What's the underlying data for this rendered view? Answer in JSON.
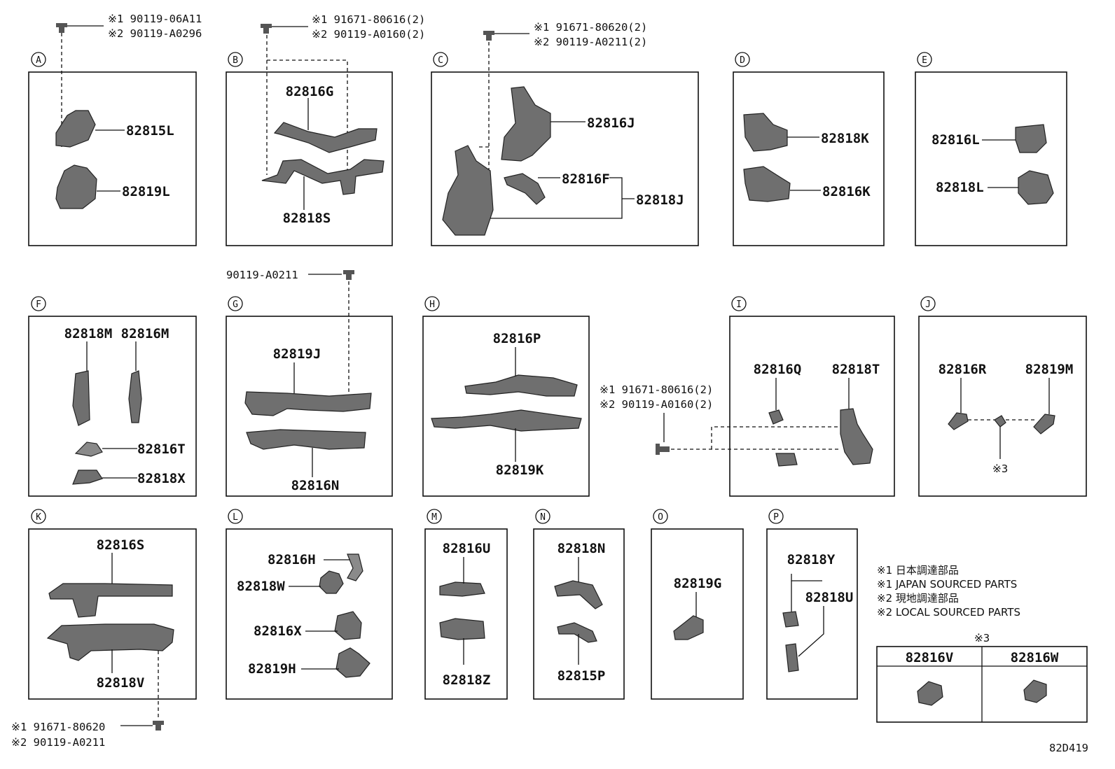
{
  "sections": {
    "A": {
      "letter": "A",
      "parts": [
        "82815L",
        "82819L"
      ],
      "bolt": [
        "※1 90119-06A11",
        "※2 90119-A0296"
      ]
    },
    "B": {
      "letter": "B",
      "parts": [
        "82816G",
        "82818S"
      ],
      "bolt": [
        "※1 91671-80616(2)",
        "※2 90119-A0160(2)"
      ]
    },
    "C": {
      "letter": "C",
      "parts": [
        "82816J",
        "82816F",
        "82818J"
      ],
      "bolt": [
        "※1 91671-80620(2)",
        "※2 90119-A0211(2)"
      ]
    },
    "D": {
      "letter": "D",
      "parts": [
        "82818K",
        "82816K"
      ]
    },
    "E": {
      "letter": "E",
      "parts": [
        "82816L",
        "82818L"
      ]
    },
    "F": {
      "letter": "F",
      "parts": [
        "82818M",
        "82816M",
        "82816T",
        "82818X"
      ]
    },
    "G": {
      "letter": "G",
      "parts": [
        "82819J",
        "82816N"
      ],
      "bolt": [
        "90119-A0211"
      ]
    },
    "H": {
      "letter": "H",
      "parts": [
        "82816P",
        "82819K"
      ]
    },
    "I": {
      "letter": "I",
      "parts": [
        "82816Q",
        "82818T"
      ],
      "bolt": [
        "※1 91671-80616(2)",
        "※2 90119-A0160(2)"
      ]
    },
    "J": {
      "letter": "J",
      "parts": [
        "82816R",
        "82819M"
      ],
      "note": "※3"
    },
    "K": {
      "letter": "K",
      "parts": [
        "82816S",
        "82818V"
      ],
      "bolt": [
        "※1 91671-80620",
        "※2 90119-A0211"
      ]
    },
    "L": {
      "letter": "L",
      "parts": [
        "82816H",
        "82818W",
        "82816X",
        "82819H"
      ]
    },
    "M": {
      "letter": "M",
      "parts": [
        "82816U",
        "82818Z"
      ]
    },
    "N": {
      "letter": "N",
      "parts": [
        "82818N",
        "82815P"
      ]
    },
    "O": {
      "letter": "O",
      "parts": [
        "82819G"
      ]
    },
    "P": {
      "letter": "P",
      "parts": [
        "82818Y",
        "82818U"
      ]
    }
  },
  "legend": [
    "※1 日本調達部品",
    "※1 JAPAN SOURCED PARTS",
    "※2 現地調達部品",
    "※2 LOCAL SOURCED PARTS"
  ],
  "note3": {
    "label": "※3",
    "columns": [
      "82816V",
      "82816W"
    ]
  },
  "diagram_code": "82D419"
}
